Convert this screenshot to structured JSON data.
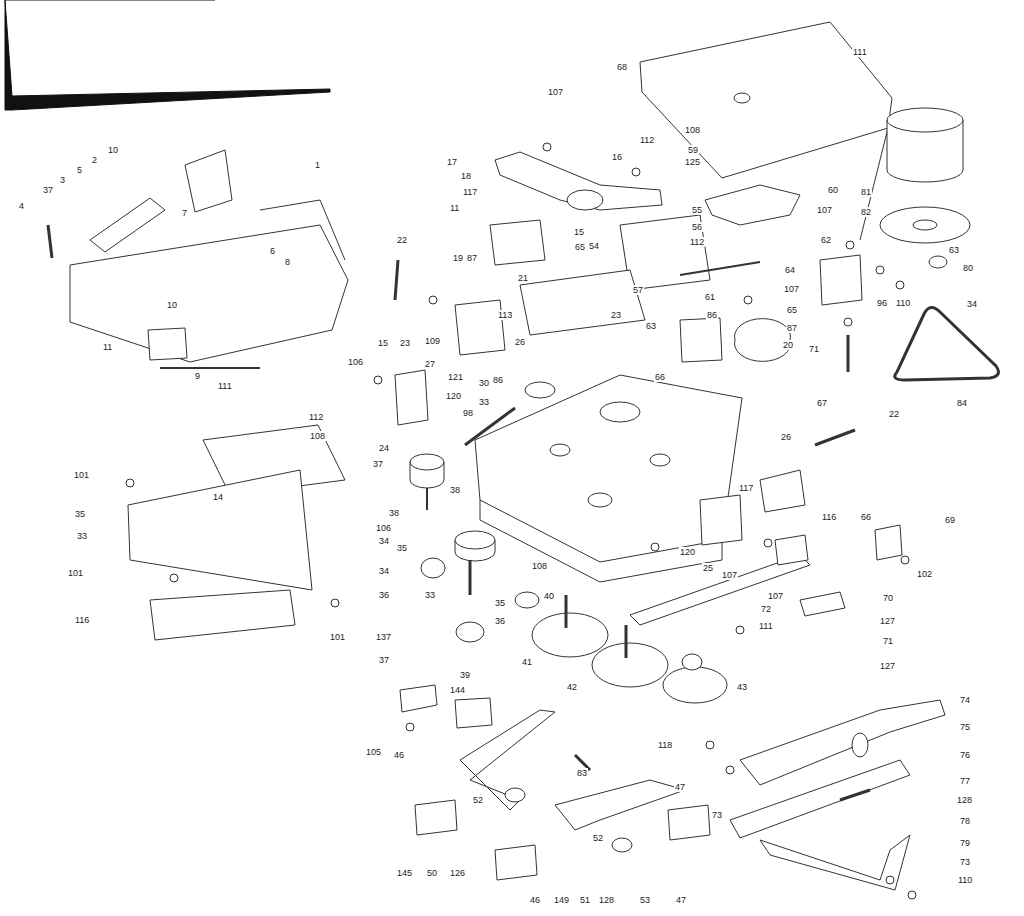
{
  "diagram": {
    "labels": [
      "1",
      "10",
      "2",
      "5",
      "3",
      "37",
      "4",
      "7",
      "6",
      "8",
      "10",
      "11",
      "9",
      "111",
      "112",
      "108",
      "14",
      "101",
      "35",
      "33",
      "101",
      "116",
      "101",
      "68",
      "107",
      "111",
      "108",
      "112",
      "59",
      "125",
      "16",
      "17",
      "18",
      "117",
      "11",
      "22",
      "15",
      "55",
      "56",
      "112",
      "60",
      "81",
      "82",
      "107",
      "62",
      "63",
      "80",
      "64",
      "107",
      "65",
      "87",
      "20",
      "71",
      "84",
      "34",
      "110",
      "96",
      "19",
      "87",
      "65",
      "54",
      "21",
      "57",
      "61",
      "86",
      "63",
      "23",
      "113",
      "26",
      "109",
      "15",
      "23",
      "106",
      "27",
      "121",
      "30",
      "86",
      "33",
      "120",
      "98",
      "66",
      "67",
      "22",
      "26",
      "24",
      "37",
      "38",
      "38",
      "106",
      "34",
      "35",
      "34",
      "36",
      "33",
      "35",
      "40",
      "36",
      "137",
      "37",
      "39",
      "41",
      "42",
      "43",
      "108",
      "120",
      "25",
      "107",
      "116",
      "66",
      "69",
      "117",
      "107",
      "72",
      "111",
      "70",
      "127",
      "71",
      "127",
      "102",
      "74",
      "75",
      "76",
      "77",
      "128",
      "78",
      "79",
      "73",
      "110",
      "144",
      "105",
      "46",
      "118",
      "83",
      "52",
      "47",
      "73",
      "52",
      "145",
      "50",
      "126",
      "46",
      "149",
      "51",
      "128",
      "53",
      "47"
    ]
  }
}
